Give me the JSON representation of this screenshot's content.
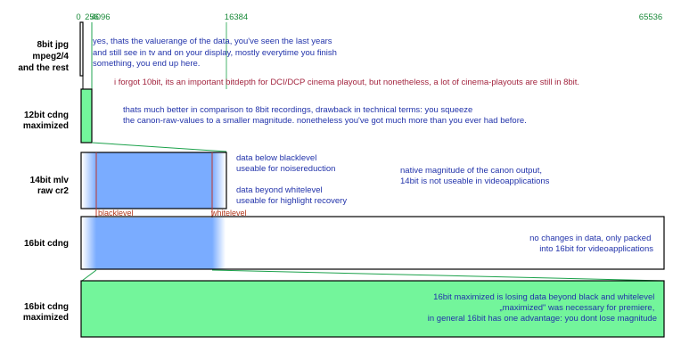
{
  "colors": {
    "green": "#73f59b",
    "green_line": "#1aa14a",
    "blue": "#7aacff",
    "blue_edge": "#ffffff",
    "blackwhite_line": "#c0392b",
    "tick_text": "#1a8a3a",
    "note_text": "#2233aa",
    "red_note": "#a3253f",
    "red_label": "#b53b1f",
    "label_text": "#000000"
  },
  "scale": {
    "max": 65536,
    "ticks": [
      {
        "value": 0,
        "label": "0"
      },
      {
        "value": 256,
        "label": "256"
      },
      {
        "value": 4096,
        "label": "4096"
      },
      {
        "value": 16384,
        "label": "16384"
      },
      {
        "value": 65536,
        "label": "65536"
      }
    ]
  },
  "rows": [
    {
      "id": "8bit",
      "label": [
        "8bit jpg",
        "mpeg2/4",
        "and the rest"
      ],
      "range_max": 256,
      "notes": [
        "yes, thats the valuerange of the data, you've seen the last years",
        "and still see in tv and on your display, mostly everytime you finish",
        "something, you end up here."
      ]
    },
    {
      "id": "12bit",
      "label": [
        "12bit cdng",
        "maximized"
      ],
      "range_max": 4096,
      "notes": [
        "thats much better in comparison to 8bit recordings, drawback in technical terms: you squeeze",
        "the canon-raw-values to a smaller magnitude. nonetheless you've got much more than you ever had before."
      ]
    },
    {
      "id": "14bit",
      "label": [
        "14bit mlv",
        "raw cr2"
      ],
      "range_max": 16384,
      "notes_left": [
        "data below blacklevel",
        "useable for noisereduction",
        "",
        "data beyond whitelevel",
        "useable for highlight recovery"
      ],
      "notes_right": [
        "native magnitude of the canon output,",
        "14bit is not useable in videoapplications"
      ],
      "levels": {
        "blacklevel": "blacklevel",
        "whitelevel": "whitelevel"
      }
    },
    {
      "id": "16bit",
      "label": [
        "16bit cdng"
      ],
      "range_max": 65536,
      "notes": [
        "no changes in data, only packed",
        "into 16bit for videoapplications"
      ]
    },
    {
      "id": "16bitmax",
      "label": [
        "16bit cdng",
        "maximized"
      ],
      "range_max": 65536,
      "notes": [
        "16bit maximized is losing data beyond black and whitelevel",
        "„maximized\" was necessary for premiere,",
        "in general 16bit has one advantage: you dont lose magnitude"
      ]
    }
  ],
  "red_note": "i forgot 10bit, its an important bitdepth for DCI/DCP cinema playout, but nonetheless, a lot of cinema-playouts are still in 8bit."
}
